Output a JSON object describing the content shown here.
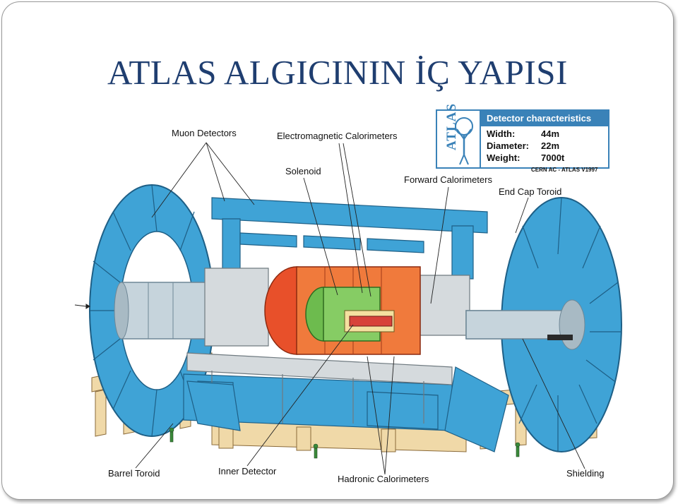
{
  "slide": {
    "title": "ATLAS ALGICININ İÇ YAPISI"
  },
  "legend": {
    "logo_text": "ATLAS",
    "heading": "Detector characteristics",
    "rows": [
      {
        "key": "Width:",
        "value": "44m"
      },
      {
        "key": "Diameter:",
        "value": "22m"
      },
      {
        "key": "Weight:",
        "value": "7000t"
      }
    ],
    "credit": "CERN AC - ATLAS V1997"
  },
  "labels": {
    "muon_detectors": "Muon Detectors",
    "electromagnetic_calorimeters": "Electromagnetic Calorimeters",
    "solenoid": "Solenoid",
    "forward_calorimeters": "Forward Calorimeters",
    "end_cap_toroid": "End Cap Toroid",
    "barrel_toroid": "Barrel Toroid",
    "inner_detector": "Inner Detector",
    "hadronic_calorimeters": "Hadronic Calorimeters",
    "shielding": "Shielding"
  },
  "colors": {
    "title": "#1f3e70",
    "magnet_blue": "#3fa3d6",
    "magnet_blue_dark": "#1e78aa",
    "calorimeter_red": "#e8502a",
    "calorimeter_orange": "#f08a3c",
    "inner_green": "#6dbb4e",
    "support_tan": "#f0d9a8",
    "steel_grey": "#b9c2c8",
    "legend_blue": "#3a82b8"
  }
}
